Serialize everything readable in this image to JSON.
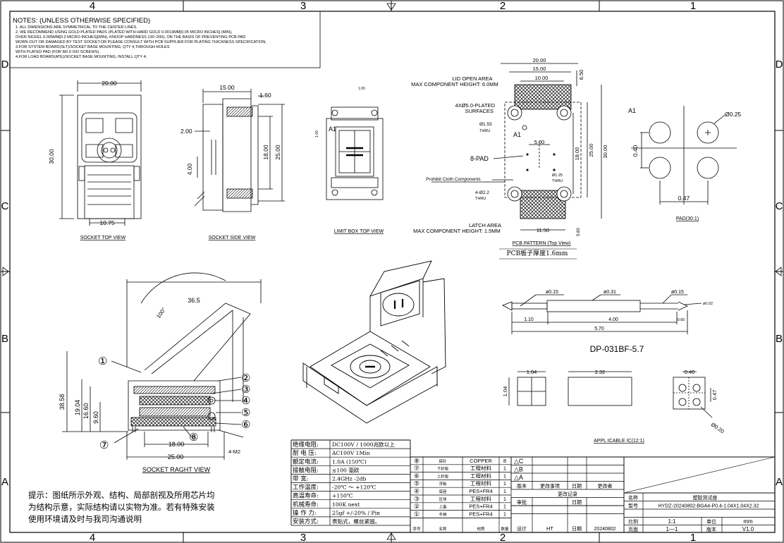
{
  "border": {
    "top_cols": [
      "4",
      "3",
      "2",
      "1"
    ],
    "bottom_cols": [
      "4",
      "3",
      "2",
      "1"
    ],
    "rows": [
      "D",
      "C",
      "B",
      "A"
    ]
  },
  "notes": {
    "title": "NOTES: (UNLESS OTHERWISE SPECIFIED)",
    "lines": [
      "1. ALL DIMENSIONS ARE SYMMETRICAL TO THE CENTER LINES.",
      "2. WE RECOMMEND USING GOLD PLATED PADS (PLATED WITH HARD GOLD 0.0013MM[0.05 MICRO INCHES] (MIN),",
      "OVER NICKEL 0.005MM[0.2 MICRO INCHES](MIN), KNOOP HARDNESS 130~200), ON THE BASIS OF PREVENTING PCB PAD",
      "WORN OUT OR DAMAGED BY TEST SOCKET.OR PLEASE CONSULT WITH PCB SUPPLIER FOR PLATING THICKNESS SPECIFICATION.",
      "3.FOR SYSTEM BOARD(SLT)/SOCKET BASE MOUNTING, QTY 4,THROUGH HOLES",
      "WITH PLATED PAD (FOR M2.0 ISO SCREWS).",
      "4.FOR LOAD BOARD(ATE)/SOCKET BASE MOUNTING, INSTALL QTY 4;"
    ]
  },
  "top_view": {
    "label": "SOCKET TOP VIEW",
    "dim_width": "20.00",
    "dim_height": "30.00",
    "dim_bottom": "10.75"
  },
  "side_view": {
    "label": "SOCKET SIDE VIEW",
    "dim_top": "15.00",
    "dim_right": "1.60",
    "dim_a": "2.00",
    "dim_b": "4.00",
    "dim_c": "18.00",
    "dim_d": "25.00"
  },
  "limit_box": {
    "label": "LIMIT BOX  TOP VIEW",
    "marker": "A1",
    "dim_small": "1.00"
  },
  "pcb": {
    "lid_open_area": "LID OPEN AREA",
    "max_height_top": "MAX COMPONENT HEIGHT: 6.0MM",
    "plated_1": "4XØ5.0-PLATED",
    "plated_2": "SURFACES",
    "hole_1": "Ø1.55",
    "thru": "THRU",
    "a1": "A1",
    "pad8": "8-PAD",
    "prohibit": "Prohibit Cloth Components",
    "hole_2": "4-Ø2.2",
    "hole_3": "Ø1.25",
    "latch_area": "LATCH AREA",
    "max_height_bot": "MAX COMPONENT HEIGHT: 1.5MM",
    "dim_20": "20.00",
    "dim_15": "15.00",
    "dim_10": "10.00",
    "dim_650": "6.50",
    "dim_5": "5.00",
    "dim_18": "18.00",
    "dim_25": "25.00",
    "dim_30": "30.00",
    "dim_1150": "11.50",
    "dim_560": "5.60",
    "pattern_label": "PCB PATTERN (Top View)",
    "thickness": "PCB板子厚度1.6mm"
  },
  "pad_detail": {
    "a1": "A1",
    "dia": "Ø0.25",
    "pitch_v": "0.40",
    "pitch_h": "0.47",
    "label": "PAD(30:1)"
  },
  "section_view": {
    "label": "SOCKET RAGHT VIEW",
    "dim_365": "36.5",
    "angle": "100°",
    "dim_3858": "38.58",
    "dim_1904": "19.04",
    "dim_1660": "16.60",
    "dim_960": "9.60",
    "dim_18": "18.00",
    "dim_25": "25.00",
    "screw": "4-M2",
    "balloons": [
      "①",
      "②",
      "③",
      "④",
      "⑤",
      "⑥",
      "⑦",
      "⑧"
    ]
  },
  "pin": {
    "d1": "ø0.15",
    "d2": "ø0.31",
    "d3": "ø0.15",
    "d4": "ø0.02",
    "l1": "1.10",
    "l2": "4.00",
    "l3": "0.60",
    "l4": "5.70",
    "name": "DP-031BF-5.7"
  },
  "ic": {
    "w1": "1.04",
    "w2": "2.32",
    "h1": "1.04",
    "p1": "0.40",
    "p2": "0.47",
    "d": "Ø0.20",
    "label": "APPL ICABLE IC(12:1)"
  },
  "specs": [
    {
      "k": "绝缘电阻:",
      "v": "DC100V / 1000兆欧以上"
    },
    {
      "k": "耐  电  压:",
      "v": "AC100V 1Min"
    },
    {
      "k": "额定电流:",
      "v": "1.0A  (150℃)"
    },
    {
      "k": "接触电阻:",
      "v": "≤100  毫欧"
    },
    {
      "k": "带      宽:",
      "v": "2.4GHz  -2db"
    },
    {
      "k": "工作温度:",
      "v": "-20℃  ～  +120℃"
    },
    {
      "k": "高温寿命:",
      "v": "+150℃"
    },
    {
      "k": "机械寿命:",
      "v": "100K  next"
    },
    {
      "k": "操  作  力:",
      "v": "25gf  +/-20% / Pin"
    },
    {
      "k": "安装方式:",
      "v": "表贴式，螺丝紧固。"
    }
  ],
  "hint": [
    "提示：图纸所示外观、结构、局部剖视及所用芯片均",
    "为结构示意，实际结构请以实物为准。若有特殊安装",
    "使用环境请及时与我司沟通说明"
  ],
  "bom": [
    {
      "no": "⑧",
      "name": "探针",
      "mat": "COPPER",
      "qty": "8"
    },
    {
      "no": "⑦",
      "name": "下針板",
      "mat": "工程材料",
      "qty": "1"
    },
    {
      "no": "⑥",
      "name": "上針板",
      "mat": "工程材料",
      "qty": "1"
    },
    {
      "no": "⑤",
      "name": "浮板",
      "mat": "工程材料",
      "qty": "1"
    },
    {
      "no": "④",
      "name": "底座",
      "mat": "PES+FR4",
      "qty": "1"
    },
    {
      "no": "③",
      "name": "压块",
      "mat": "工程材料",
      "qty": "1"
    },
    {
      "no": "②",
      "name": "上盖",
      "mat": "PES+FR4",
      "qty": "1"
    },
    {
      "no": "①",
      "name": "手柄",
      "mat": "PES+FR4",
      "qty": "1"
    }
  ],
  "bom_head": {
    "no": "序号",
    "name": "名称",
    "mat": "材质",
    "qty": "数量"
  },
  "rev": {
    "marks": [
      "△C",
      "△B",
      "△A"
    ],
    "h_ver": "版本",
    "h_item": "更改事项",
    "h_date": "日期",
    "h_by": "更改者",
    "log": "更改记录",
    "design": "设计",
    "designer": "HT",
    "date_lbl": "日期",
    "date": "20240802",
    "review": "审批"
  },
  "title_block": {
    "name_lbl": "名称",
    "name": "塑胶测试座",
    "model_lbl": "型号",
    "model": "HYDZ-20240802-BGA4-P0.4-1.04X1.04X2.32",
    "scale_lbl": "比例",
    "scale": "1:1",
    "unit_lbl": "单位",
    "unit": "mm",
    "page_lbl": "页面",
    "page": "1—1",
    "ver_lbl": "版本",
    "ver": "V1.0"
  }
}
